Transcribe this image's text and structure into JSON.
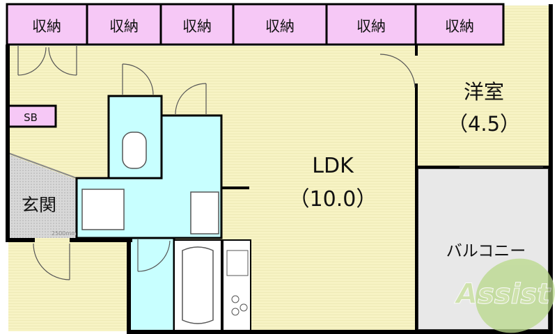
{
  "colors": {
    "storage": "#f6c8f6",
    "ldk_floor": "#f7f3c4",
    "wet_area": "#c8ffff",
    "genkan": "#d4d4d4",
    "balcony": "#e8e8e8",
    "wall": "#000000",
    "logo_green": "#b9d98a",
    "logo_red": "#e88a8a"
  },
  "storage": [
    {
      "label": "収納"
    },
    {
      "label": "収納"
    },
    {
      "label": "収納"
    },
    {
      "label": "収納"
    },
    {
      "label": "収納"
    },
    {
      "label": "収納"
    }
  ],
  "rooms": {
    "ldk": {
      "name": "LDK",
      "size": "（10.0）"
    },
    "western": {
      "name": "洋室",
      "size": "（4.5）"
    },
    "genkan": {
      "name": "玄関"
    },
    "shoe_box": {
      "name": "SB"
    },
    "balcony": {
      "name": "バルコニー"
    }
  },
  "dimension_note": "2500mm",
  "logo": {
    "text": "Assist"
  }
}
